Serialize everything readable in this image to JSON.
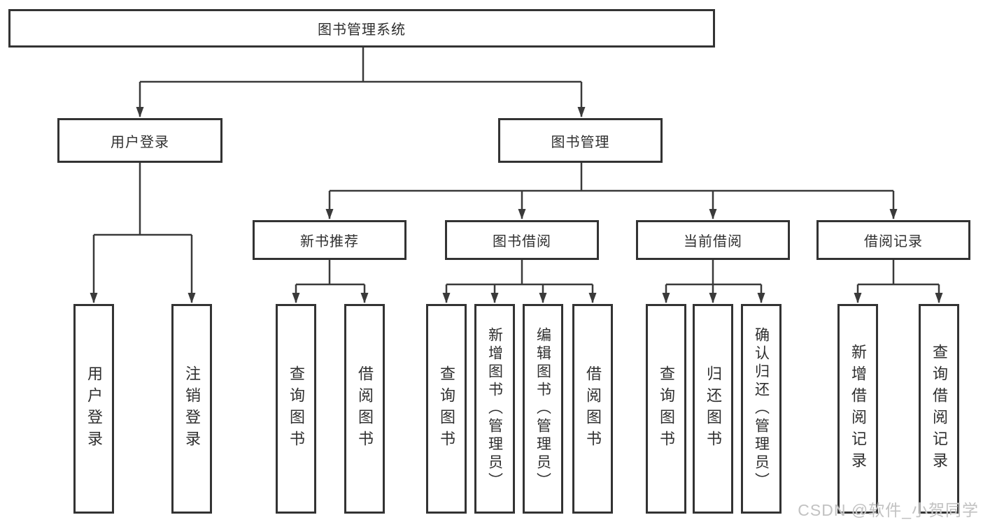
{
  "diagram_type": "hierarchy",
  "colors": {
    "background": "#ffffff",
    "box_border": "#333333",
    "connector": "#3a3a3a",
    "text": "#2f2f2f",
    "watermark": "#c2c2c2"
  },
  "nodes": {
    "root": {
      "label": "图书管理系统"
    },
    "user_login": {
      "label": "用户登录"
    },
    "book_management": {
      "label": "图书管理"
    },
    "new_book_recommend": {
      "label": "新书推荐"
    },
    "book_borrow": {
      "label": "图书借阅"
    },
    "current_borrow": {
      "label": "当前借阅"
    },
    "borrow_record": {
      "label": "借阅记录"
    }
  },
  "leaves": [
    {
      "label": "用户登录"
    },
    {
      "label": "注销登录"
    },
    {
      "label": "查询图书"
    },
    {
      "label": "借阅图书"
    },
    {
      "label": "查询图书"
    },
    {
      "label": "新增图书（管理员）"
    },
    {
      "label": "编辑图书（管理员）"
    },
    {
      "label": "借阅图书"
    },
    {
      "label": "查询图书"
    },
    {
      "label": "归还图书"
    },
    {
      "label": "确认归还（管理员）"
    },
    {
      "label": "新增借阅记录"
    },
    {
      "label": "查询借阅记录"
    }
  ],
  "hierarchy": {
    "图书管理系统": [
      "用户登录",
      "图书管理"
    ],
    "用户登录": [
      "用户登录",
      "注销登录"
    ],
    "图书管理": [
      "新书推荐",
      "图书借阅",
      "当前借阅",
      "借阅记录"
    ],
    "新书推荐": [
      "查询图书",
      "借阅图书"
    ],
    "图书借阅": [
      "查询图书",
      "新增图书（管理员）",
      "编辑图书（管理员）",
      "借阅图书"
    ],
    "当前借阅": [
      "查询图书",
      "归还图书",
      "确认归还（管理员）"
    ],
    "借阅记录": [
      "新增借阅记录",
      "查询借阅记录"
    ]
  },
  "watermark": {
    "text": "CSDN @软件_小贺同学"
  }
}
